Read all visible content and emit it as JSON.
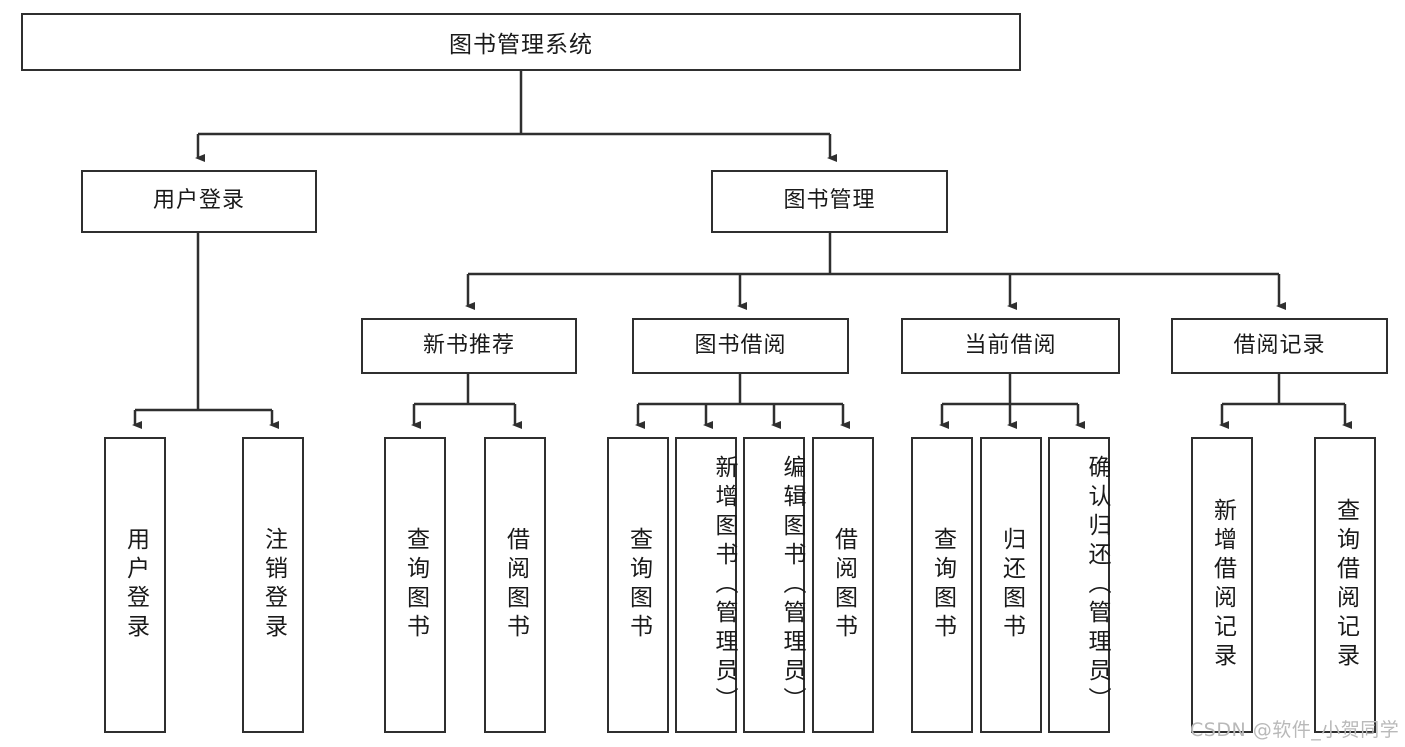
{
  "diagram": {
    "title": "图书管理系统",
    "type": "tree-hierarchy-diagram",
    "root": {
      "label": "图书管理系统"
    },
    "level2": [
      {
        "label": "用户登录"
      },
      {
        "label": "图书管理"
      }
    ],
    "level3": [
      {
        "label": "新书推荐"
      },
      {
        "label": "图书借阅"
      },
      {
        "label": "当前借阅"
      },
      {
        "label": "借阅记录"
      }
    ],
    "leaves": {
      "user_login": [
        {
          "label": "用户登录"
        },
        {
          "label": "注销登录"
        }
      ],
      "new_book_recommend": [
        {
          "label": "查询图书"
        },
        {
          "label": "借阅图书"
        }
      ],
      "book_borrow": [
        {
          "label": "查询图书"
        },
        {
          "label": "新增图书（管理员）"
        },
        {
          "label": "编辑图书（管理员）"
        },
        {
          "label": "借阅图书"
        }
      ],
      "current_borrow": [
        {
          "label": "查询图书"
        },
        {
          "label": "归还图书"
        },
        {
          "label": "确认归还（管理员）"
        }
      ],
      "borrow_record": [
        {
          "label": "新增借阅记录"
        },
        {
          "label": "查询借阅记录"
        }
      ]
    }
  },
  "watermark": {
    "text": "CSDN @软件_小贺同学"
  },
  "colors": {
    "stroke": "#2f2f2f",
    "background": "#ffffff",
    "text": "#1a1a1a",
    "watermark": "#b9b9b9"
  }
}
